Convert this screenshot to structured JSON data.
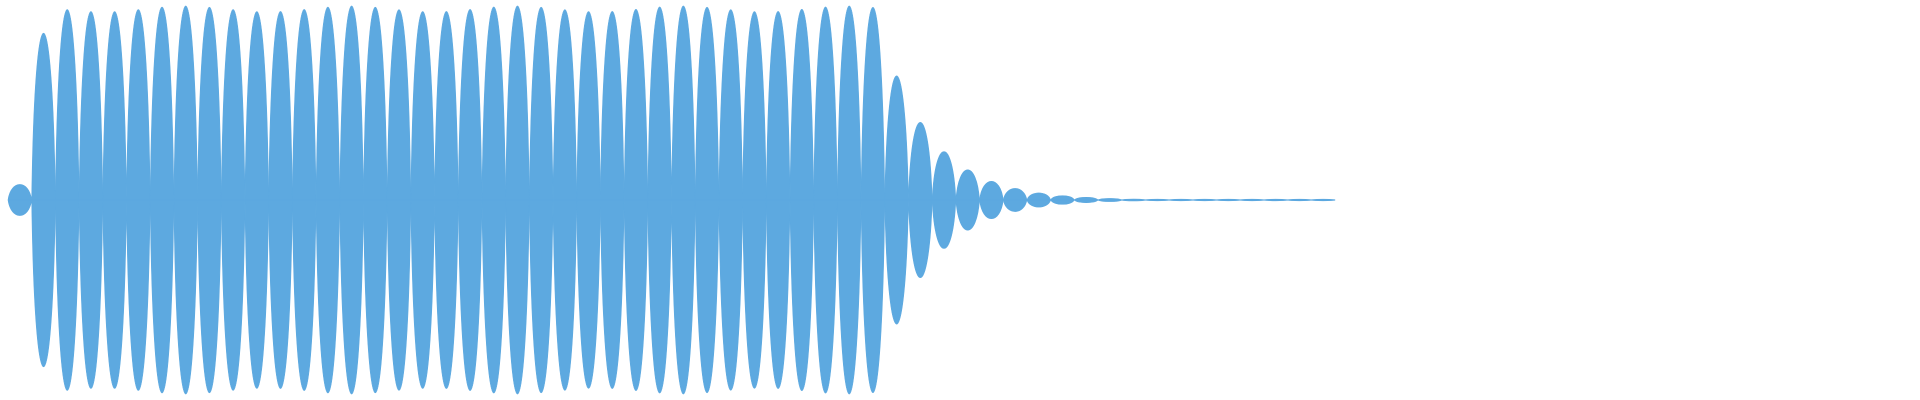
{
  "waveform": {
    "color": "#5DA9E0",
    "peak_amplitude_fraction": 1.0,
    "sustain_start_cycle": 2,
    "total_cycles_drawn": 56,
    "sustain_end_cycle": 37,
    "decay_end_cycle": 56
  }
}
